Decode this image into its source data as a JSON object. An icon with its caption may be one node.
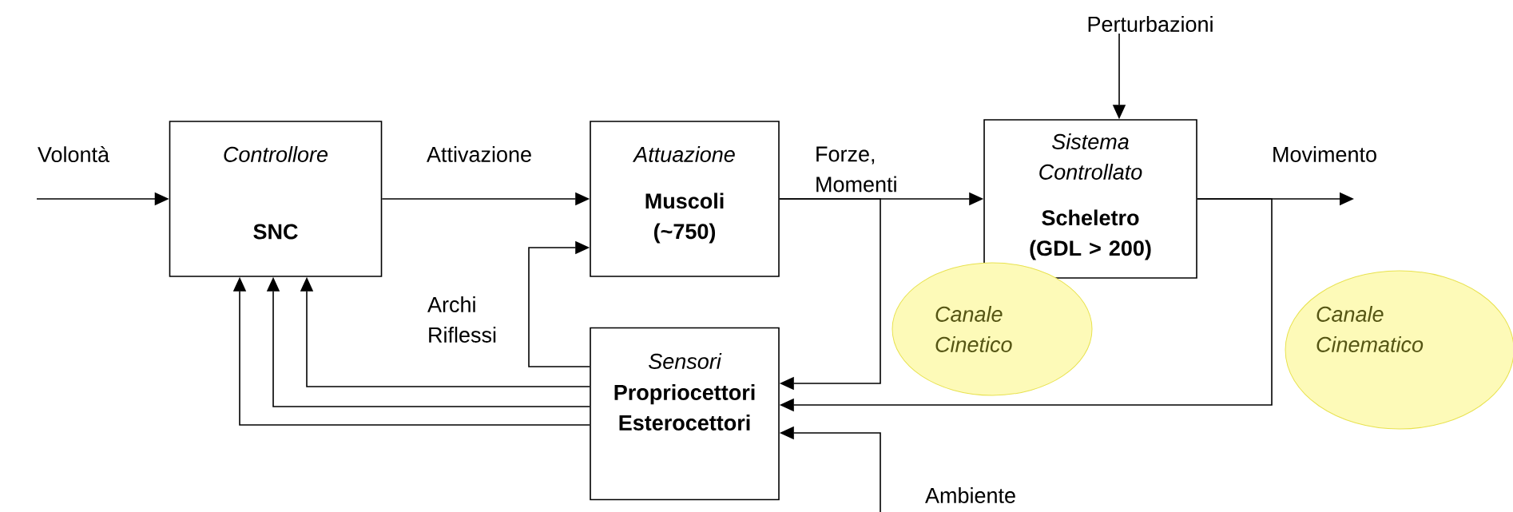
{
  "diagram": {
    "nodes": [
      {
        "text": [
          "Controllore",
          "SNC"
        ]
      },
      {
        "text": [
          "Attuazione",
          "Muscoli (~750)"
        ]
      },
      {
        "text": [
          "Sistema Controllato",
          "Scheletro (GDL > 200)"
        ]
      },
      {
        "text": [
          "Sensori",
          "Propriocettori Esterocettori"
        ]
      },
      {
        "text": [
          "Canale Cinetico"
        ]
      },
      {
        "text": [
          "Canale Cinematico"
        ]
      },
      {
        "text": [
          "Perturbazioni"
        ]
      }
    ],
    "edges": [
      {
        "from": null,
        "to": 0,
        "arrow": "to",
        "label": "Volontà"
      },
      {
        "from": 0,
        "to": 1,
        "arrow": "to",
        "label": "Attivazione"
      },
      {
        "from": 1,
        "to": 2,
        "arrow": "to",
        "label": "Forze, Momenti"
      },
      {
        "from": 2,
        "to": null,
        "arrow": "to",
        "label": "Movimento"
      },
      {
        "from": 6,
        "to": 2,
        "arrow": "to"
      },
      {
        "from": 3,
        "to": 1,
        "arrow": "to",
        "label": "Archi Riflessi"
      },
      {
        "from": 3,
        "to": 0,
        "arrow": "to"
      },
      {
        "from": 3,
        "to": 0,
        "arrow": "to"
      },
      {
        "from": 3,
        "to": 0,
        "arrow": "to"
      },
      {
        "from": 1,
        "to": 3,
        "arrow": "to"
      },
      {
        "from": 2,
        "to": 3,
        "arrow": "to"
      },
      {
        "from": null,
        "to": 3,
        "arrow": "to",
        "label": "Ambiente"
      }
    ]
  }
}
